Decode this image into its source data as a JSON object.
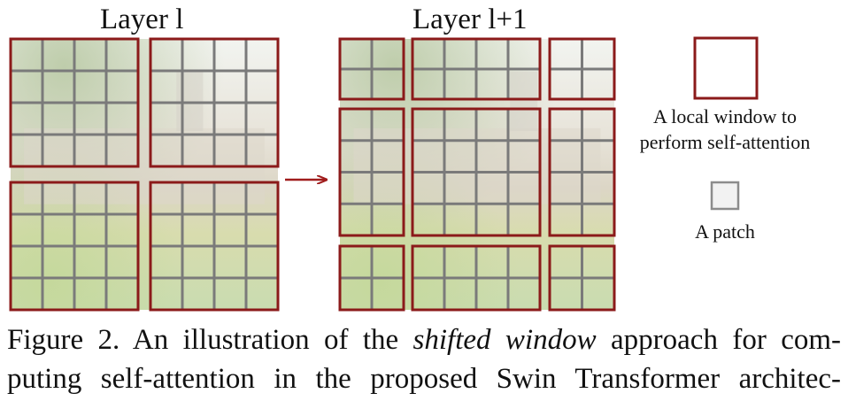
{
  "layer_left": {
    "title": "Layer l"
  },
  "layer_right": {
    "title": "Layer l+1"
  },
  "legend": {
    "window_label_line1": "A local window to",
    "window_label_line2": "perform self-attention",
    "patch_label": "A patch"
  },
  "caption": {
    "prefix": "Figure 2. An illustration of the ",
    "emphasis": "shifted window",
    "suffix_line1": " approach for com-",
    "line2": "puting self-attention in the proposed Swin Transformer architec-"
  },
  "colors": {
    "window_border": "#8b1a1a",
    "patch_grid": "#7a7a7a",
    "arrow": "#a01c1c"
  }
}
